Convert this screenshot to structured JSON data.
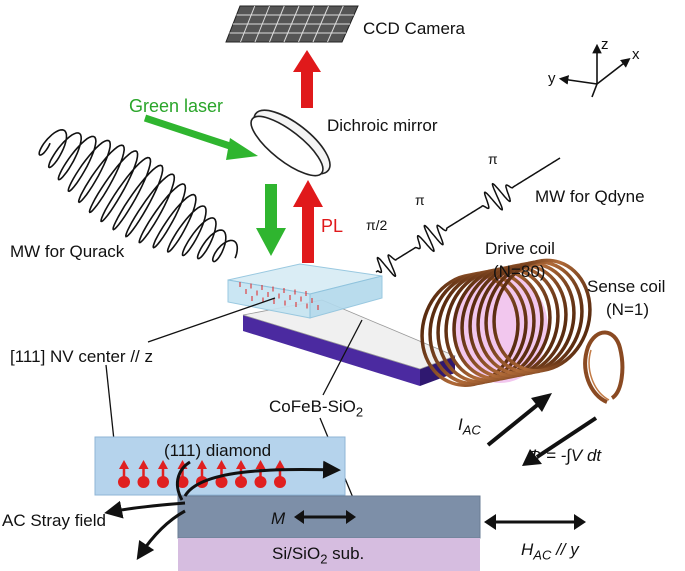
{
  "labels": {
    "ccd_camera": "CCD Camera",
    "green_laser": "Green laser",
    "dichroic_mirror": "Dichroic mirror",
    "pl": "PL",
    "mw_qurack": "MW for Qurack",
    "mw_qdyne": "MW for Qdyne",
    "pi_half": "π/2",
    "pi_1": "π",
    "pi_2": "π",
    "drive_coil": "Drive coil",
    "drive_coil_n": "(N=80)",
    "sense_coil": "Sense coil",
    "sense_coil_n": "(N=1)",
    "nv_center": "[111] NV center // z",
    "cofeb": "CoFeB-SiO",
    "cofeb_sub": "2",
    "diamond": "(111) diamond",
    "ac_stray": "AC Stray field",
    "m": "M",
    "substrate": "Si/SiO",
    "substrate_sub": "2",
    "substrate_tail": " sub.",
    "iac_main": "I",
    "iac_sub": "AC",
    "phi": "Φ = -∫V dt",
    "hac_main": "H",
    "hac_sub": "AC",
    "hac_tail": " // y",
    "axis_x": "x",
    "axis_y": "y",
    "axis_z": "z"
  },
  "colors": {
    "green_arrow": "#2fb52f",
    "red_arrow": "#e0191b",
    "diamond_fill": "#b5d3ec",
    "film_fill": "#7d8fa8",
    "substrate_fill": "#d6bde0",
    "base_purple": "#4b2aa0",
    "coil_copper": "#8a4a22",
    "coil_pink": "#f2c7ee",
    "nv_red": "#e02020"
  }
}
